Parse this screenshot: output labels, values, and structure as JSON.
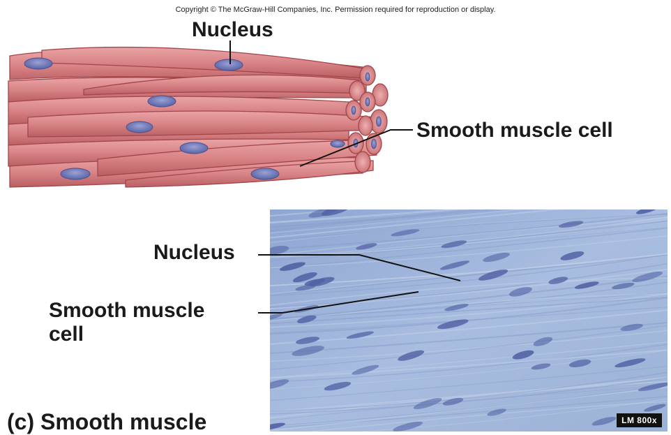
{
  "copyright": "Copyright © The McGraw-Hill Companies, Inc. Permission required for reproduction or display.",
  "illustration": {
    "nucleus_label": "Nucleus",
    "cell_label": "Smooth muscle cell"
  },
  "micrograph": {
    "nucleus_label": "Nucleus",
    "cell_label_line1": "Smooth muscle",
    "cell_label_line2": "cell",
    "magnification": "LM 800x"
  },
  "caption": "(c) Smooth muscle",
  "colors": {
    "fiber_fill": "#d98486",
    "fiber_stroke": "#a3454b",
    "nucleus_fill": "#6f78b8",
    "tissue_bg": "#a9bedd",
    "tissue_nucleus": "#4f5fa2"
  }
}
